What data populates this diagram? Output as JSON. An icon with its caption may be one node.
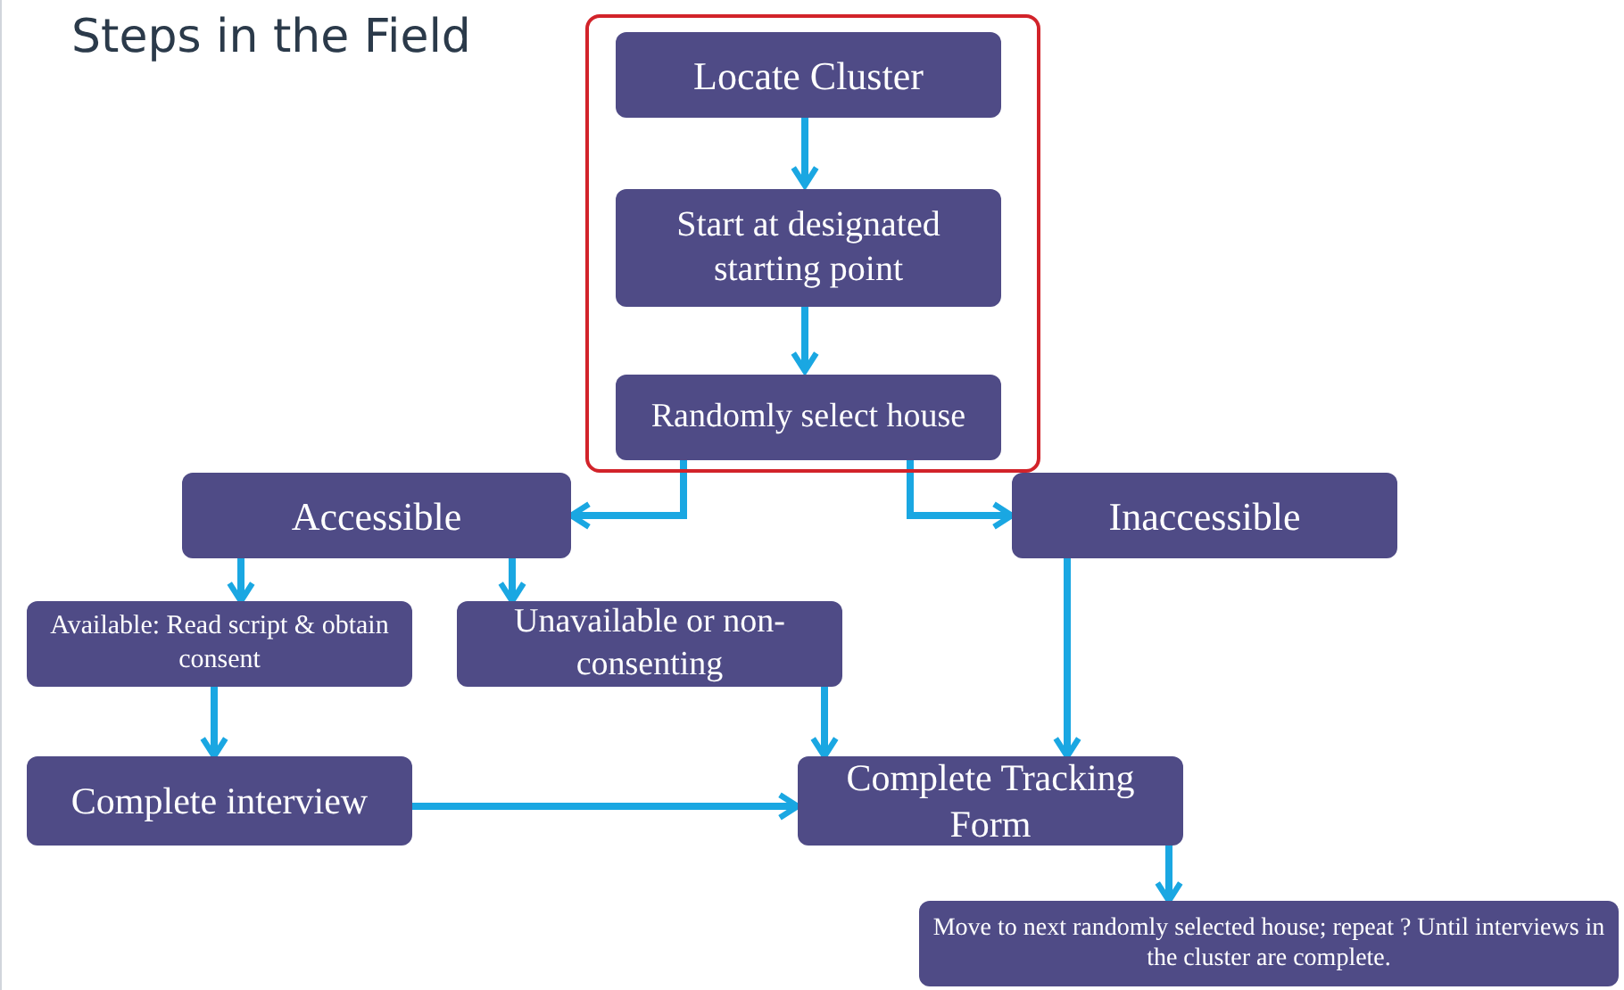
{
  "diagram": {
    "title": "Steps in the Field",
    "nodes": [
      {
        "text": [],
        "shape": "box"
      },
      {
        "text": [
          "Locate Cluster"
        ],
        "in": 0
      },
      {
        "text": [
          "Start at designated starting point"
        ],
        "in": 0
      },
      {
        "text": [
          "Randomly select house"
        ],
        "in": 0
      },
      {
        "text": [
          "Accessible"
        ]
      },
      {
        "text": [
          "Inaccessible"
        ]
      },
      {
        "text": [
          "Available: Read script & obtain consent"
        ]
      },
      {
        "text": [
          "Unavailable or non-consenting"
        ]
      },
      {
        "text": [
          "Complete interview"
        ]
      },
      {
        "text": [
          "Complete Tracking Form"
        ]
      },
      {
        "text": [
          "Move to next randomly selected house; repeat ? Until interviews in the cluster are complete."
        ]
      }
    ],
    "edges": [
      {
        "from": 1,
        "to": 2,
        "arrow": "to"
      },
      {
        "from": 2,
        "to": 3,
        "arrow": "to"
      },
      {
        "from": 3,
        "to": 4,
        "arrow": "to"
      },
      {
        "from": 3,
        "to": 5,
        "arrow": "to"
      },
      {
        "from": 4,
        "to": 6,
        "arrow": "to"
      },
      {
        "from": 4,
        "to": 7,
        "arrow": "to"
      },
      {
        "from": 6,
        "to": 8,
        "arrow": "to"
      },
      {
        "from": 7,
        "to": 9,
        "arrow": "to"
      },
      {
        "from": 5,
        "to": 9,
        "arrow": "to"
      },
      {
        "from": 8,
        "to": 9,
        "arrow": "to"
      },
      {
        "from": 9,
        "to": 10,
        "arrow": "to"
      }
    ]
  }
}
